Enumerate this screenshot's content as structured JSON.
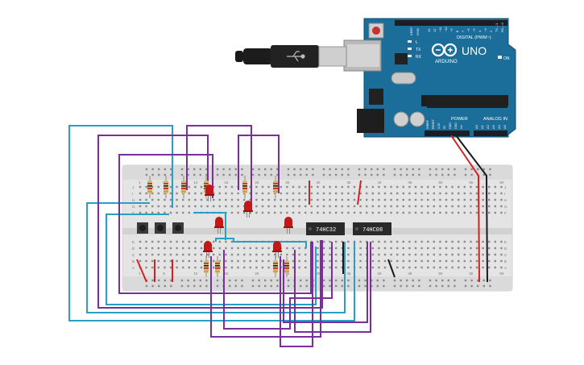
{
  "arduino": {
    "brand": "ARDUINO",
    "model": "UNO",
    "digital_label": "DIGITAL (PWM~)",
    "power_label": "POWER",
    "analog_label": "ANALOG IN",
    "tx_label": "TX",
    "rx_label": "RX",
    "l_label": "L",
    "on_label": "ON",
    "aref_label": "AREF",
    "gnd_label": "GND",
    "top_pins": [
      "13",
      "12",
      "~11",
      "~10",
      "~9",
      "8",
      "7",
      "~6",
      "~5",
      "4",
      "~3",
      "2",
      "TX→1",
      "RX←0"
    ],
    "power_pins": [
      "IOREF",
      "RESET",
      "3.3V",
      "5V",
      "GND",
      "GND",
      "Vin"
    ],
    "analog_pins": [
      "A0",
      "A1",
      "A2",
      "A3",
      "A4",
      "A5"
    ]
  },
  "chips": [
    {
      "label": "74HC32"
    },
    {
      "label": "74HC08"
    }
  ],
  "breadboard": {
    "column_numbers": [
      "1",
      "5",
      "10",
      "15",
      "20",
      "25",
      "30",
      "35",
      "40",
      "45",
      "50",
      "55",
      "60"
    ],
    "row_letters_top": [
      "J",
      "I",
      "H",
      "G",
      "F"
    ],
    "row_letters_bottom": [
      "E",
      "D",
      "C",
      "B",
      "A"
    ]
  },
  "colors": {
    "board_blue": "#1a6a96",
    "wire_blue": "#2a9fc6",
    "wire_purple": "#7a2f9a",
    "wire_red": "#d62020",
    "wire_black": "#1a1a1a",
    "led_red": "#c41818",
    "breadboard": "#e6e6e6"
  }
}
